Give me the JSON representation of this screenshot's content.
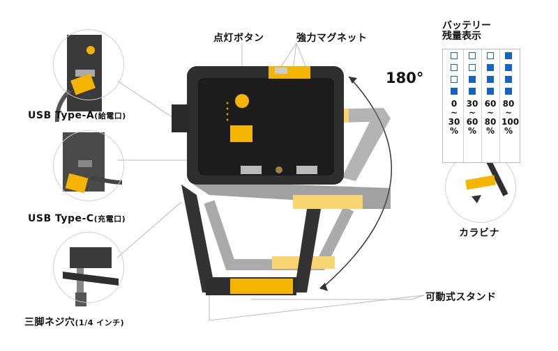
{
  "labels": {
    "usb_a": "USB Type-A",
    "usb_a_note": "(給電口)",
    "usb_c": "USB Type-C",
    "usb_c_note": "(充電口)",
    "tripod": "三脚ネジ穴",
    "tripod_note": "(1/4 インチ)",
    "light_button": "点灯ボタン",
    "magnet": "強力マグネット",
    "carabiner": "カラビナ",
    "stand": "可動式スタンド",
    "rotation": "180°"
  },
  "battery": {
    "title_line1": "バッテリー",
    "title_line2": "残量表示",
    "columns": [
      {
        "levels": [
          true,
          false,
          false,
          false
        ],
        "range": [
          "0",
          "~",
          "30",
          "%"
        ]
      },
      {
        "levels": [
          true,
          true,
          false,
          false
        ],
        "range": [
          "30",
          "~",
          "60",
          "%"
        ]
      },
      {
        "levels": [
          true,
          true,
          true,
          false
        ],
        "range": [
          "60",
          "~",
          "80",
          "%"
        ]
      },
      {
        "levels": [
          true,
          true,
          true,
          true
        ],
        "range": [
          "80",
          "~",
          "100",
          "%"
        ]
      }
    ],
    "on_color": "#1565c0"
  },
  "colors": {
    "accent": "#f5b400",
    "body": "#3a3a3a"
  }
}
